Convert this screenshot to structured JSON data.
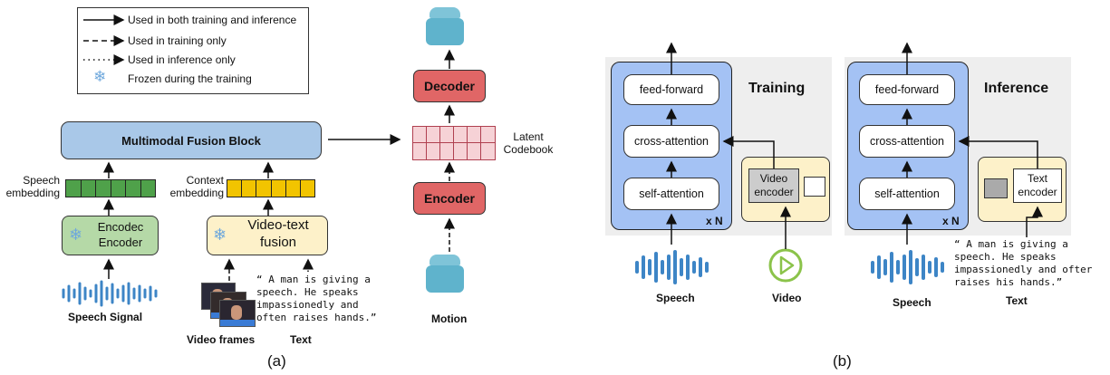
{
  "legend": {
    "both": "Used in both training and inference",
    "training": "Used in training only",
    "inference": "Used in inference only",
    "frozen": "Frozen during the training"
  },
  "panel_a": {
    "fusion_block": "Multimodal Fusion Block",
    "speech_embedding": "Speech\nembedding",
    "context_embedding": "Context\nembedding",
    "encodec_encoder": "Encodec\nEncoder",
    "video_text_fusion": "Video-text\nfusion",
    "speech_signal": "Speech Signal",
    "quote": "“ A man is giving a\nspeech. He speaks\nimpassionedly and\noften raises hands.”",
    "video_frames": "Video frames",
    "text": "Text",
    "decoder": "Decoder",
    "encoder": "Encoder",
    "latent_codebook": "Latent\nCodebook",
    "motion": "Motion",
    "caption": "(a)"
  },
  "panel_b": {
    "training": {
      "title": "Training",
      "feed_forward": "feed-forward",
      "cross_attention": "cross-attention",
      "self_attention": "self-attention",
      "repeat": "x N",
      "side_encoder": "Video\nencoder",
      "speech_label": "Speech",
      "modal_label": "Video"
    },
    "inference": {
      "title": "Inference",
      "feed_forward": "feed-forward",
      "cross_attention": "cross-attention",
      "self_attention": "self-attention",
      "repeat": "x N",
      "side_encoder": "Text\nencoder",
      "speech_label": "Speech",
      "quote": "“ A man is giving a\nspeech. He speaks\nimpassionedly and ofter\nraises his hands.”",
      "modal_label": "Text"
    },
    "caption": "(b)"
  },
  "colors": {
    "fusion_blue": "#a9c8e8",
    "encodec_green": "#b5d9a7",
    "video_text_yellow": "#fdf1c9",
    "decoder_red": "#e06666",
    "codebook_pink": "#f6d2d6",
    "speech_embed": "#4fa14a",
    "context_embed": "#f2c400",
    "transformer_blue": "#a4c2f4",
    "panel_gray": "#eeeeee",
    "waveform_blue": "#3d85c6",
    "video_icon_green": "#8bc34a",
    "snowflake": "#6fa8dc"
  }
}
